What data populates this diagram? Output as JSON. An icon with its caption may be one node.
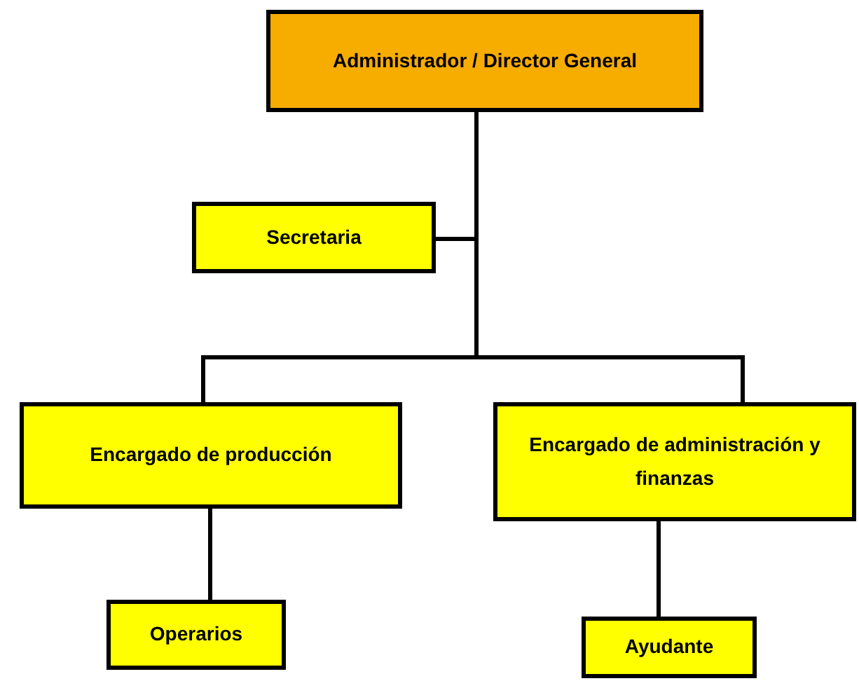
{
  "diagram": {
    "nodes": [
      {
        "text": [
          "Administrador / Director General"
        ]
      },
      {
        "text": [
          "Secretaria"
        ]
      },
      {
        "text": [
          "Encargado de producción"
        ]
      },
      {
        "text": [
          "Encargado de administración y finanzas"
        ]
      },
      {
        "text": [
          "Operarios"
        ]
      },
      {
        "text": [
          "Ayudante"
        ]
      }
    ],
    "edges": [
      {
        "from": 0,
        "to": 1,
        "arrow": "none"
      },
      {
        "from": 0,
        "to": 2,
        "arrow": "none"
      },
      {
        "from": 0,
        "to": 3,
        "arrow": "none"
      },
      {
        "from": 2,
        "to": 4,
        "arrow": "none"
      },
      {
        "from": 3,
        "to": 5,
        "arrow": "none"
      }
    ]
  }
}
